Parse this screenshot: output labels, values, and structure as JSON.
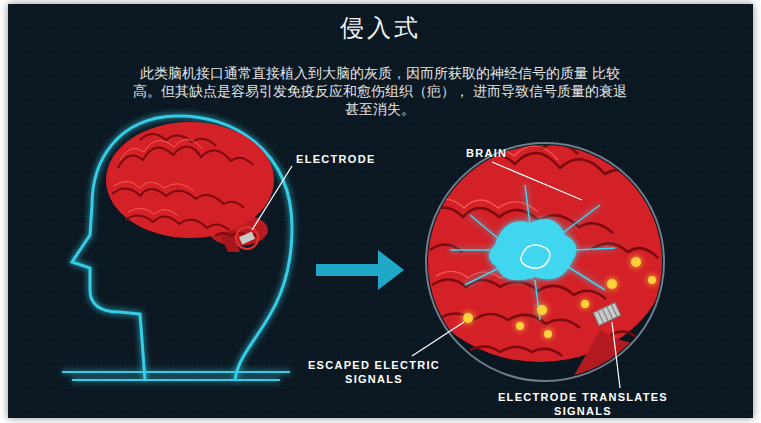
{
  "diagram": {
    "title": "侵入式",
    "labels": [
      "此类脑机接口通常直接植入到大脑的灰质，因而所获取的神经信号的质量 比较高。但其缺点是容易引发免疫反应和愈伤组织（疤）， 进而导致信号质量的衰退甚至消失。",
      "ELECTRODE",
      "BRAIN",
      "ESCAPED ELECTRIC SIGNALS",
      "ELECTRODE TRANSLATES SIGNALS"
    ]
  }
}
